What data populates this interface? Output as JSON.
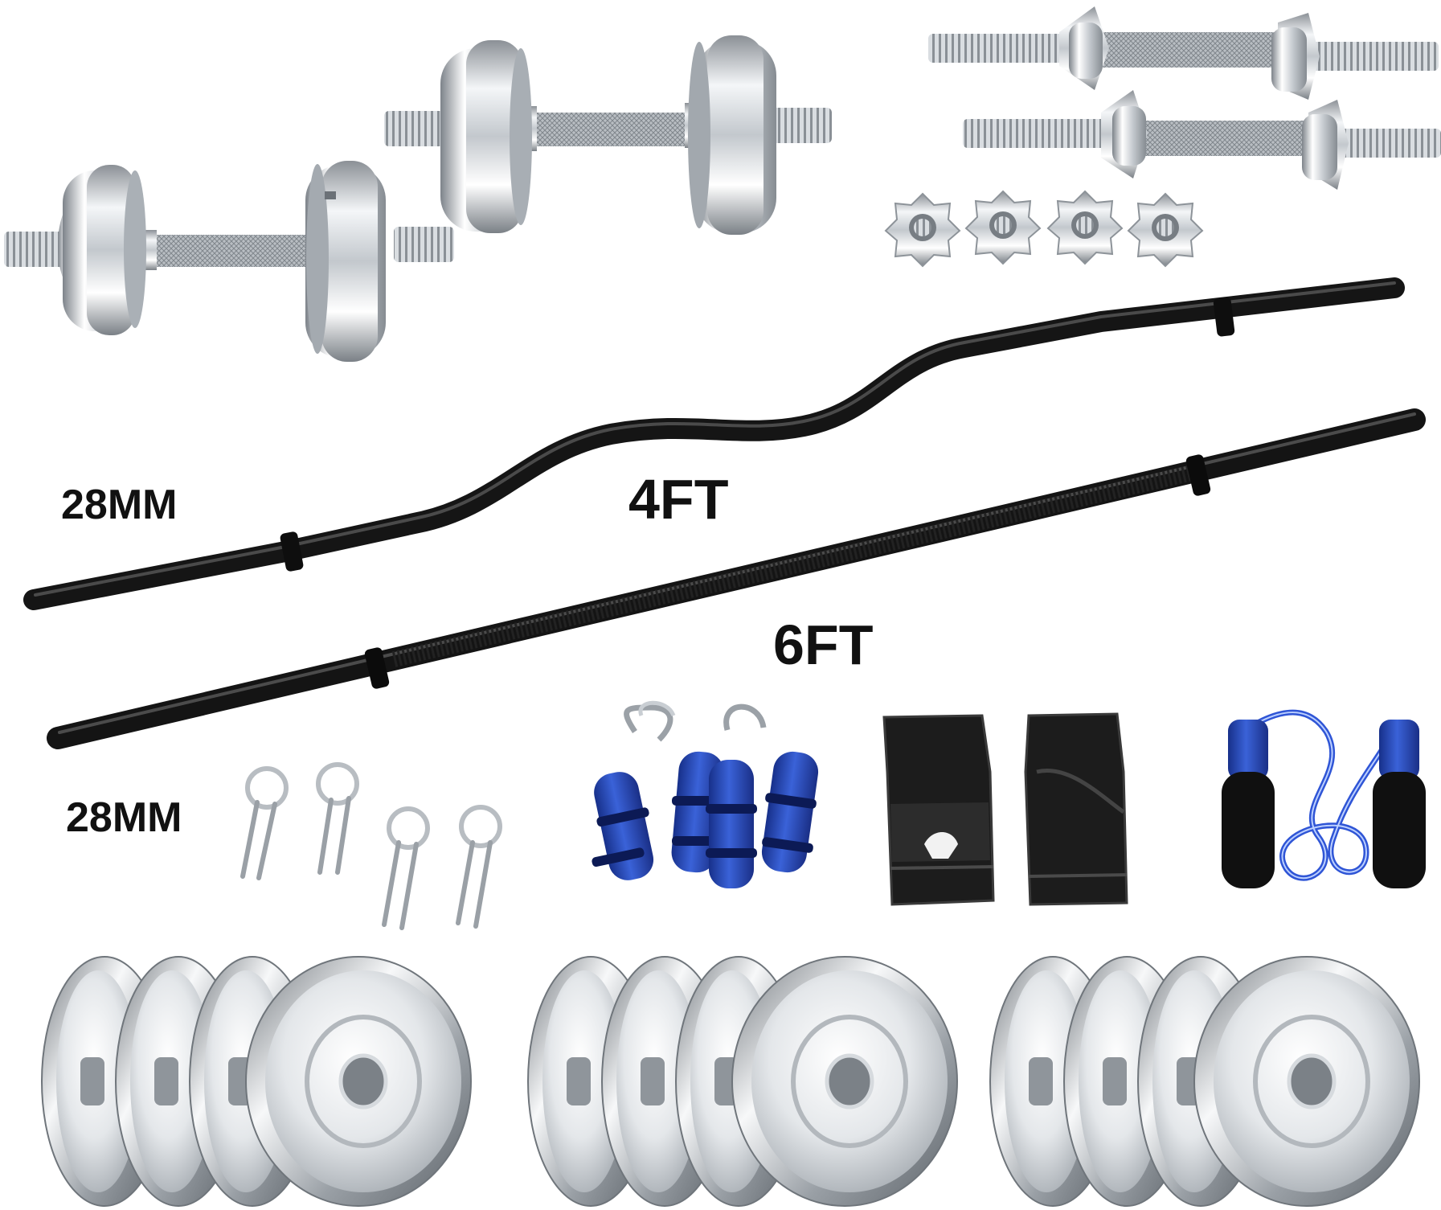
{
  "labels": {
    "curl_bar_diameter": "28MM",
    "curl_bar_length": "4FT",
    "straight_bar_length": "6FT",
    "straight_bar_diameter": "28MM"
  },
  "colors": {
    "chrome_light": "#f4f6f8",
    "chrome_mid": "#c3c8cd",
    "chrome_dark": "#8b9096",
    "bar_black": "#151515",
    "foam_blue": "#2346b8",
    "glove_black": "#1c1c1c",
    "label_text": "#111111"
  },
  "items": {
    "dumbbell_left": "dumbbell-icon",
    "dumbbell_right": "dumbbell-icon",
    "dumbbell_rods": "dumbbell-rod-icon",
    "star_locks": "star-lock-nut-icon",
    "curl_bar": "curl-bar-icon",
    "straight_bar": "straight-bar-icon",
    "spring_collars": "spring-collar-icon",
    "hand_grippers": "hand-gripper-icon",
    "gloves": "gym-glove-icon",
    "skipping_rope": "skipping-rope-icon",
    "weight_plates": "weight-plate-icon"
  }
}
